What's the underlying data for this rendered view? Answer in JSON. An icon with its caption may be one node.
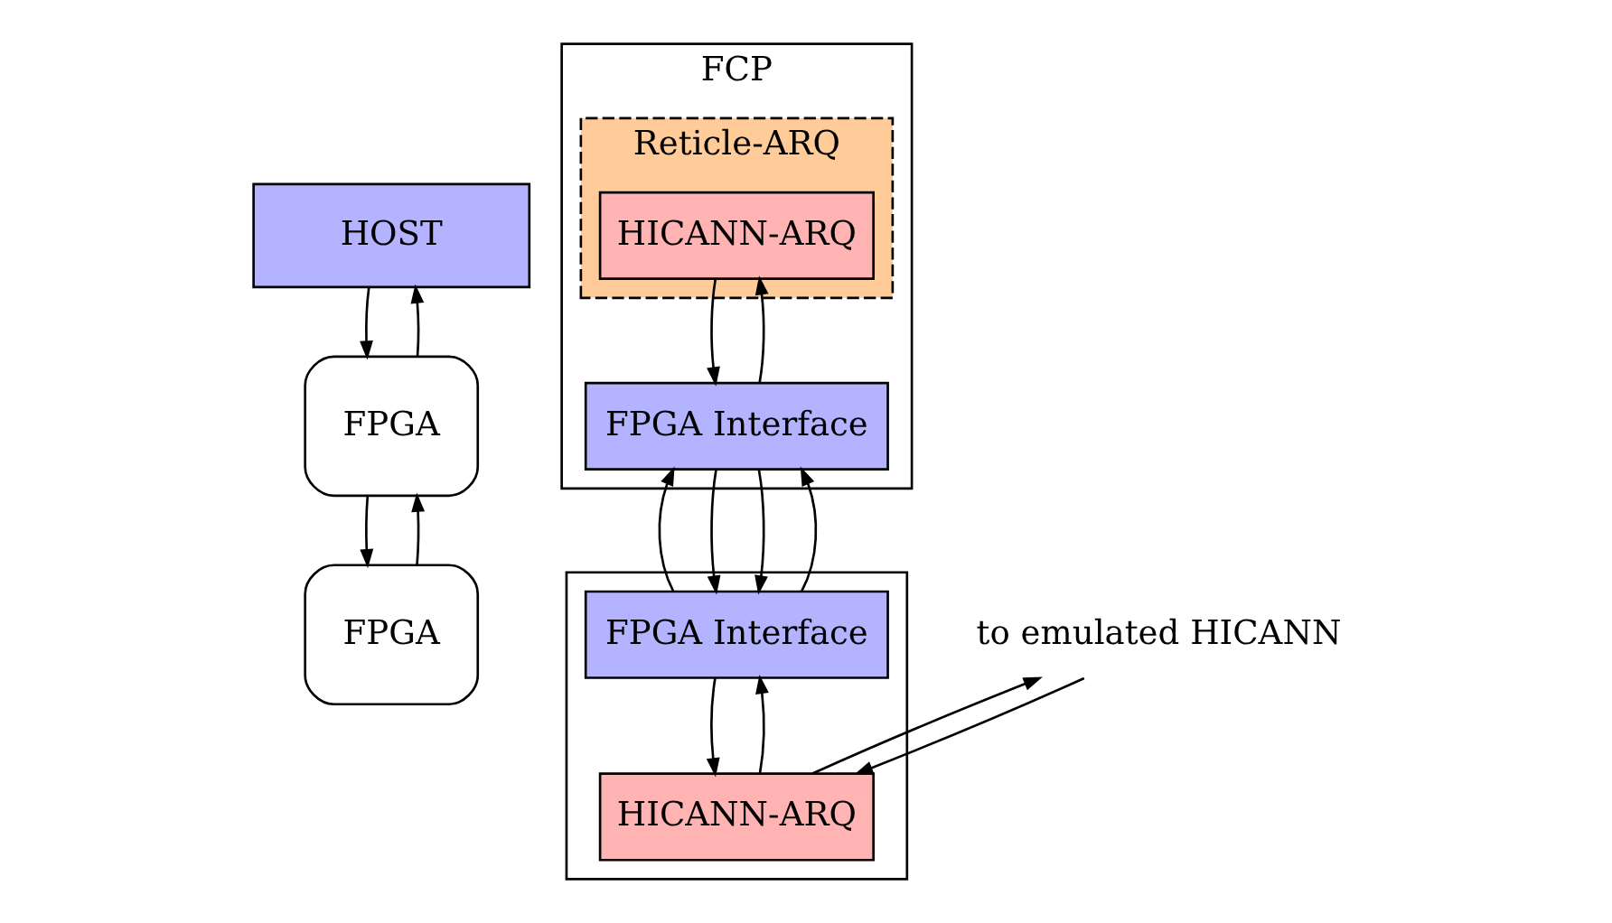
{
  "diagram": {
    "nodes": [
      {
        "text": [
          "HOST"
        ]
      },
      {
        "text": [
          "FPGA"
        ]
      },
      {
        "text": [
          "FPGA"
        ]
      },
      {
        "text": [
          "FCP"
        ]
      },
      {
        "text": [
          "Reticle-ARQ"
        ],
        "in": 3
      },
      {
        "text": [
          "HICANN-ARQ"
        ],
        "in": 4
      },
      {
        "text": [
          "FPGA Interface"
        ],
        "in": 3
      },
      {
        "text": [],
        "shape": "box"
      },
      {
        "text": [
          "FPGA Interface"
        ],
        "in": 7
      },
      {
        "text": [
          "HICANN-ARQ"
        ],
        "in": 7
      },
      {
        "text": [
          "to emulated HICANN"
        ]
      }
    ],
    "edges": [
      {
        "from": 0,
        "to": 1,
        "arrow": "to"
      },
      {
        "from": 1,
        "to": 0,
        "arrow": "to"
      },
      {
        "from": 1,
        "to": 2,
        "arrow": "to"
      },
      {
        "from": 2,
        "to": 1,
        "arrow": "to"
      },
      {
        "from": 5,
        "to": 6,
        "arrow": "to"
      },
      {
        "from": 6,
        "to": 5,
        "arrow": "to"
      },
      {
        "from": 6,
        "to": 8,
        "arrow": "to"
      },
      {
        "from": 6,
        "to": 8,
        "arrow": "to"
      },
      {
        "from": 8,
        "to": 6,
        "arrow": "to"
      },
      {
        "from": 8,
        "to": 6,
        "arrow": "to"
      },
      {
        "from": 9,
        "to": 8,
        "arrow": "to"
      },
      {
        "from": 8,
        "to": 9,
        "arrow": "to"
      },
      {
        "from": 10,
        "to": 9,
        "arrow": "to"
      },
      {
        "from": 9,
        "to": 10,
        "arrow": "to"
      }
    ]
  }
}
